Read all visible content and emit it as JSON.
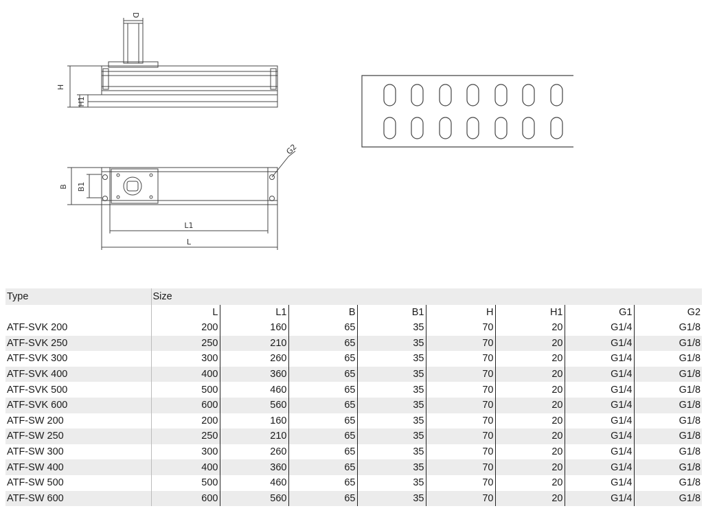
{
  "drawing_labels": {
    "D": "D",
    "H": "H",
    "H1": "H1",
    "G2": "G2",
    "B": "B",
    "B1": "B1",
    "L1": "L1",
    "L": "L"
  },
  "table": {
    "type_header": "Type",
    "size_header": "Size",
    "columns": [
      "L",
      "L1",
      "B",
      "B1",
      "H",
      "H1",
      "G1",
      "G2"
    ],
    "rows": [
      {
        "type": "ATF-SVK 200",
        "values": [
          "200",
          "160",
          "65",
          "35",
          "70",
          "20",
          "G1/4",
          "G1/8"
        ]
      },
      {
        "type": "ATF-SVK 250",
        "values": [
          "250",
          "210",
          "65",
          "35",
          "70",
          "20",
          "G1/4",
          "G1/8"
        ]
      },
      {
        "type": "ATF-SVK 300",
        "values": [
          "300",
          "260",
          "65",
          "35",
          "70",
          "20",
          "G1/4",
          "G1/8"
        ]
      },
      {
        "type": "ATF-SVK 400",
        "values": [
          "400",
          "360",
          "65",
          "35",
          "70",
          "20",
          "G1/4",
          "G1/8"
        ]
      },
      {
        "type": "ATF-SVK 500",
        "values": [
          "500",
          "460",
          "65",
          "35",
          "70",
          "20",
          "G1/4",
          "G1/8"
        ]
      },
      {
        "type": "ATF-SVK 600",
        "values": [
          "600",
          "560",
          "65",
          "35",
          "70",
          "20",
          "G1/4",
          "G1/8"
        ]
      },
      {
        "type": "ATF-SW 200",
        "values": [
          "200",
          "160",
          "65",
          "35",
          "70",
          "20",
          "G1/4",
          "G1/8"
        ]
      },
      {
        "type": "ATF-SW 250",
        "values": [
          "250",
          "210",
          "65",
          "35",
          "70",
          "20",
          "G1/4",
          "G1/8"
        ]
      },
      {
        "type": "ATF-SW 300",
        "values": [
          "300",
          "260",
          "65",
          "35",
          "70",
          "20",
          "G1/4",
          "G1/8"
        ]
      },
      {
        "type": "ATF-SW 400",
        "values": [
          "400",
          "360",
          "65",
          "35",
          "70",
          "20",
          "G1/4",
          "G1/8"
        ]
      },
      {
        "type": "ATF-SW 500",
        "values": [
          "500",
          "460",
          "65",
          "35",
          "70",
          "20",
          "G1/4",
          "G1/8"
        ]
      },
      {
        "type": "ATF-SW 600",
        "values": [
          "600",
          "560",
          "65",
          "35",
          "70",
          "20",
          "G1/4",
          "G1/8"
        ]
      }
    ]
  }
}
